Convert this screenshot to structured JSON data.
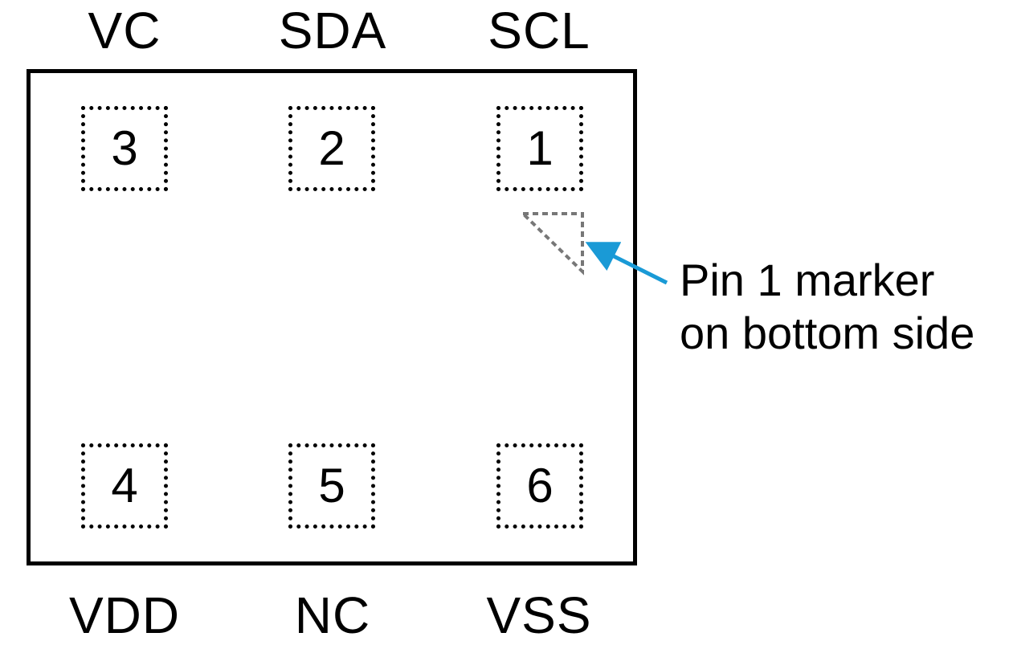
{
  "pins_top": [
    {
      "name": "VC"
    },
    {
      "name": "SDA"
    },
    {
      "name": "SCL"
    }
  ],
  "pins_bottom": [
    {
      "name": "VDD"
    },
    {
      "name": "NC"
    },
    {
      "name": "VSS"
    }
  ],
  "pads_top": [
    "3",
    "2",
    "1"
  ],
  "pads_bottom": [
    "4",
    "5",
    "6"
  ],
  "callout": {
    "line1": "Pin 1 marker",
    "line2": "on bottom side"
  },
  "colors": {
    "outline": "#000000",
    "marker": "#777777",
    "arrow": "#1a9ad6"
  }
}
